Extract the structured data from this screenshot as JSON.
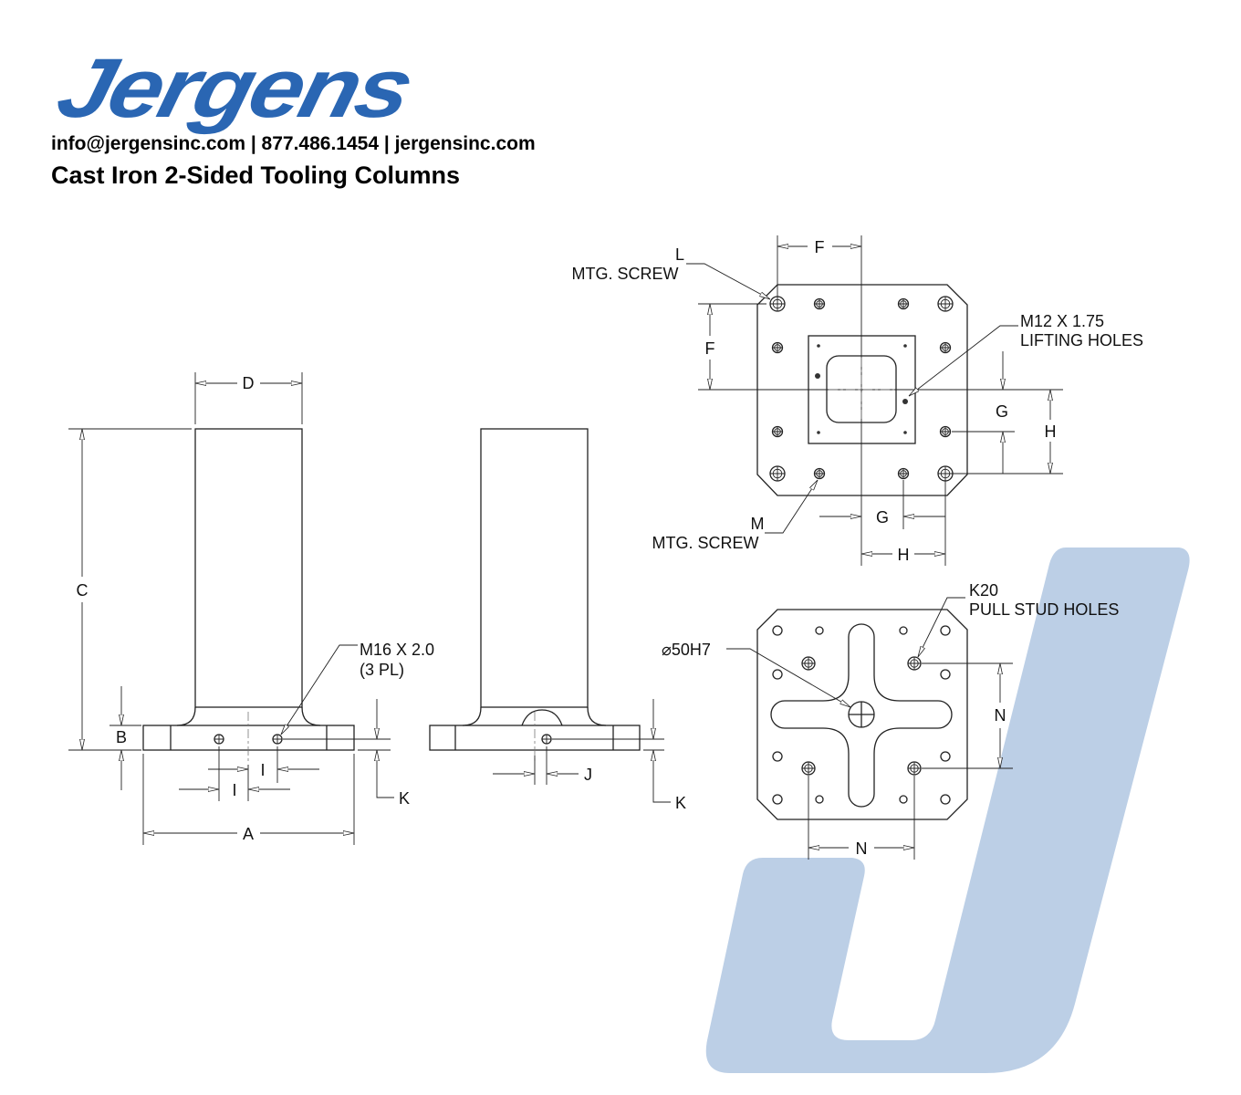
{
  "brand": {
    "logo_text": "Jergens",
    "logo_color": "#2a66b3",
    "watermark_color": "#bccfe6"
  },
  "header": {
    "contact": "info@jergensinc.com | 877.486.1454 | jergensinc.com",
    "title": "Cast Iron 2-Sided Tooling Columns"
  },
  "side_view": {
    "dims": {
      "A": "A",
      "B": "B",
      "C": "C",
      "D": "D",
      "I1": "I",
      "I2": "I",
      "K": "K"
    },
    "callout_line1": "M16 X 2.0",
    "callout_line2": "(3 PL)"
  },
  "end_view": {
    "dims": {
      "J": "J",
      "K": "K"
    }
  },
  "top_view": {
    "dims": {
      "F_top": "F",
      "F_left": "F",
      "G_right": "G",
      "H_right": "H",
      "G_bottom": "G",
      "H_bottom": "H"
    },
    "l_label": "L",
    "l_text": "MTG. SCREW",
    "m_label": "M",
    "m_text": "MTG. SCREW",
    "lifting_line1": "M12 X 1.75",
    "lifting_line2": "LIFTING HOLES"
  },
  "bottom_view": {
    "dims": {
      "N_right": "N",
      "N_bottom": "N"
    },
    "bore_label": "⌀50H7",
    "stud_line1": "K20",
    "stud_line2": "PULL STUD HOLES"
  }
}
